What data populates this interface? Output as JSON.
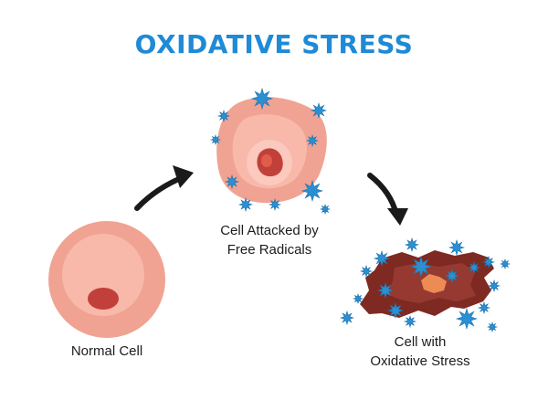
{
  "title": "OXIDATIVE STRESS",
  "colors": {
    "title": "#1f8ad6",
    "cell_outer": "#f0a393",
    "cell_inner": "#f8b9ab",
    "cell_highlight": "#fbc9bd",
    "nucleus": "#c2403a",
    "nucleus_light": "#e25c4b",
    "damaged_cell": "#7e2a22",
    "damaged_inner": "#963a31",
    "damaged_nucleus": "#ee8b55",
    "free_radical": "#2b8fd2",
    "free_radical_dark": "#1f73ad",
    "arrow": "#1a1a1a",
    "label_text": "#1c1c1c"
  },
  "stages": [
    {
      "name": "normal-cell",
      "label_lines": [
        "Normal Cell"
      ]
    },
    {
      "name": "attacked-cell",
      "label_lines": [
        "Cell Attacked by",
        "Free Radicals"
      ]
    },
    {
      "name": "oxidative-cell",
      "label_lines": [
        "Cell with",
        "Oxidative Stress"
      ]
    }
  ],
  "icons": [
    "free-radical-icon",
    "arrow-icon"
  ]
}
